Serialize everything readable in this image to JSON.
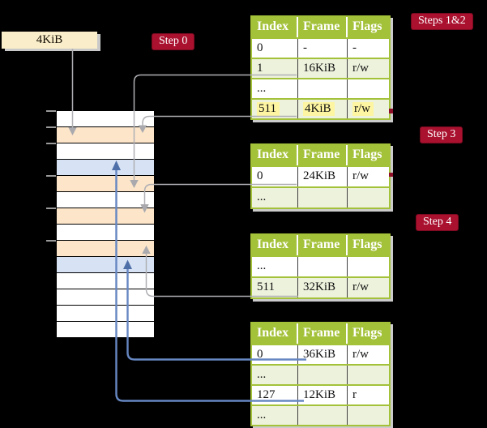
{
  "palette": {
    "background": "#000000",
    "crimson_badge": "#A9112F",
    "table_header_green": "#A3C139",
    "table_row_light_green": "#EDF2DC",
    "frame_peach": "#FCE5C9",
    "frame_light_blue": "#D7E3F5",
    "pointer_box_cream": "#FAEDC9",
    "yellow_highlight": "#FDF5A1",
    "gray_connector": "#AFAFB4",
    "blue_connector": "#6687C2"
  },
  "pointer_box": {
    "label": "4KiB"
  },
  "badges": {
    "step0": "Step 0",
    "steps12": "Steps 1&2",
    "step3": "Step 3",
    "step4": "Step 4"
  },
  "memory_stack": {
    "rows": [
      "white",
      "peach",
      "white",
      "blue",
      "peach",
      "white",
      "peach",
      "white",
      "peach",
      "blue",
      "white",
      "white",
      "white",
      "white"
    ],
    "tick_count": 6
  },
  "tables": [
    {
      "id": "page-table-steps-1-2",
      "headers": [
        "Index",
        "Frame",
        "Flags"
      ],
      "rows": [
        {
          "cells": [
            "0",
            "-",
            "-"
          ],
          "bg": "white",
          "hl": false
        },
        {
          "cells": [
            "1",
            "16KiB",
            "r/w"
          ],
          "bg": "green",
          "hl": false
        },
        {
          "cells": [
            "...",
            "",
            ""
          ],
          "bg": "white",
          "hl": false
        },
        {
          "cells": [
            "511",
            "4KiB",
            "r/w"
          ],
          "bg": "green",
          "hl": true
        }
      ]
    },
    {
      "id": "page-table-step-3",
      "headers": [
        "Index",
        "Frame",
        "Flags"
      ],
      "rows": [
        {
          "cells": [
            "0",
            "24KiB",
            "r/w"
          ],
          "bg": "white",
          "hl": false
        },
        {
          "cells": [
            "...",
            "",
            ""
          ],
          "bg": "green",
          "hl": false
        }
      ]
    },
    {
      "id": "page-table-step-4a",
      "headers": [
        "Index",
        "Frame",
        "Flags"
      ],
      "rows": [
        {
          "cells": [
            "...",
            "",
            ""
          ],
          "bg": "white",
          "hl": false
        },
        {
          "cells": [
            "511",
            "32KiB",
            "r/w"
          ],
          "bg": "green",
          "hl": false
        }
      ]
    },
    {
      "id": "page-table-step-4b",
      "headers": [
        "Index",
        "Frame",
        "Flags"
      ],
      "rows": [
        {
          "cells": [
            "0",
            "36KiB",
            "r/w"
          ],
          "bg": "white",
          "hl": false
        },
        {
          "cells": [
            "...",
            "",
            ""
          ],
          "bg": "green",
          "hl": false
        },
        {
          "cells": [
            "127",
            "12KiB",
            "r"
          ],
          "bg": "white",
          "hl": false
        },
        {
          "cells": [
            "...",
            "",
            ""
          ],
          "bg": "green",
          "hl": false
        }
      ]
    }
  ]
}
